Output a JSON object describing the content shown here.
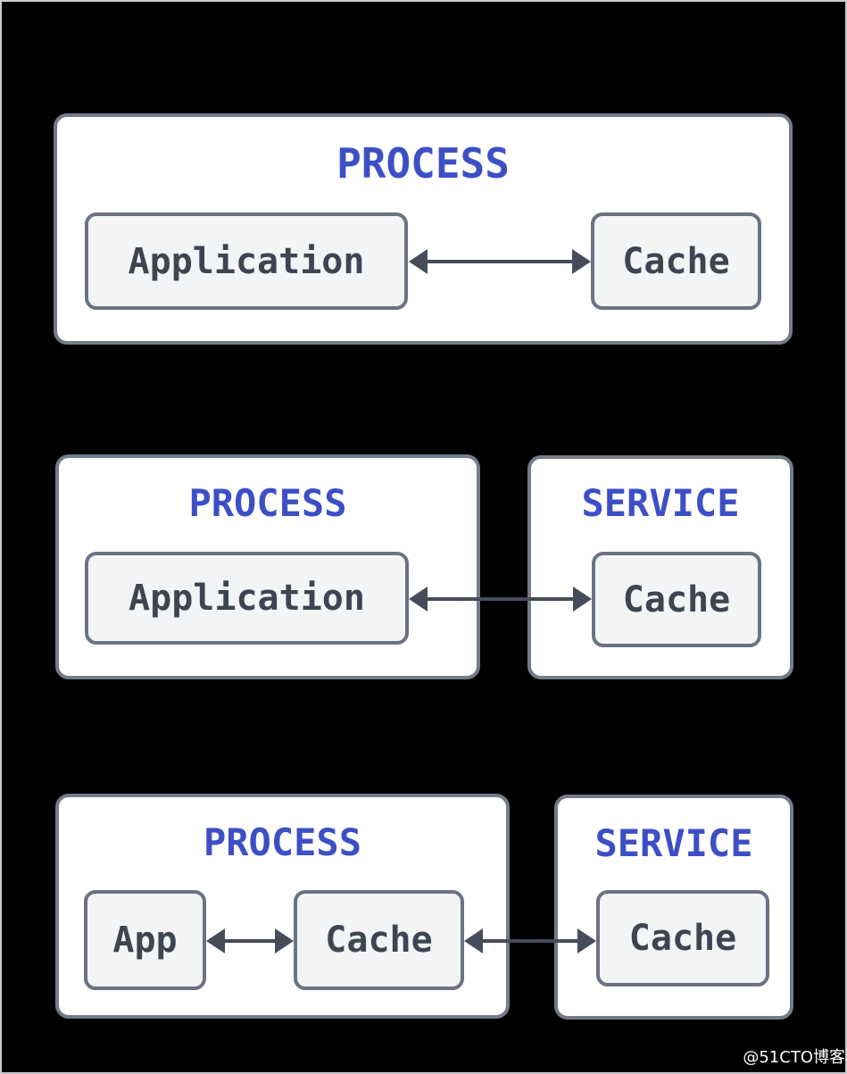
{
  "watermark": {
    "text": "@51CTO博客"
  },
  "colors": {
    "background": "#000000",
    "frame_border": "#c9cbce",
    "panel_border": "#747c8a",
    "panel_fill": "#ffffff",
    "box_border": "#6a7383",
    "box_fill": "#f3f4f6",
    "box_text": "#3e4552",
    "title_text": "#3d4fc5",
    "arrow": "#454c5a",
    "watermark": "#ffffff"
  },
  "sections": [
    {
      "id": "embedded-cache",
      "panels": [
        {
          "title": "PROCESS",
          "boxes": [
            {
              "label": "Application"
            },
            {
              "label": "Cache"
            }
          ]
        }
      ],
      "connections": [
        {
          "from": "Application",
          "to": "Cache",
          "style": "bidirectional"
        }
      ]
    },
    {
      "id": "remote-cache",
      "panels": [
        {
          "title": "PROCESS",
          "boxes": [
            {
              "label": "Application"
            }
          ]
        },
        {
          "title": "SERVICE",
          "boxes": [
            {
              "label": "Cache"
            }
          ]
        }
      ],
      "connections": [
        {
          "from": "Application",
          "to": "Cache",
          "style": "bidirectional"
        }
      ]
    },
    {
      "id": "near-cache",
      "panels": [
        {
          "title": "PROCESS",
          "boxes": [
            {
              "label": "App"
            },
            {
              "label": "Cache"
            }
          ]
        },
        {
          "title": "SERVICE",
          "boxes": [
            {
              "label": "Cache"
            }
          ]
        }
      ],
      "connections": [
        {
          "from": "App",
          "to": "Cache",
          "style": "bidirectional"
        },
        {
          "from": "Cache",
          "to": "Cache",
          "style": "bidirectional"
        }
      ]
    }
  ]
}
